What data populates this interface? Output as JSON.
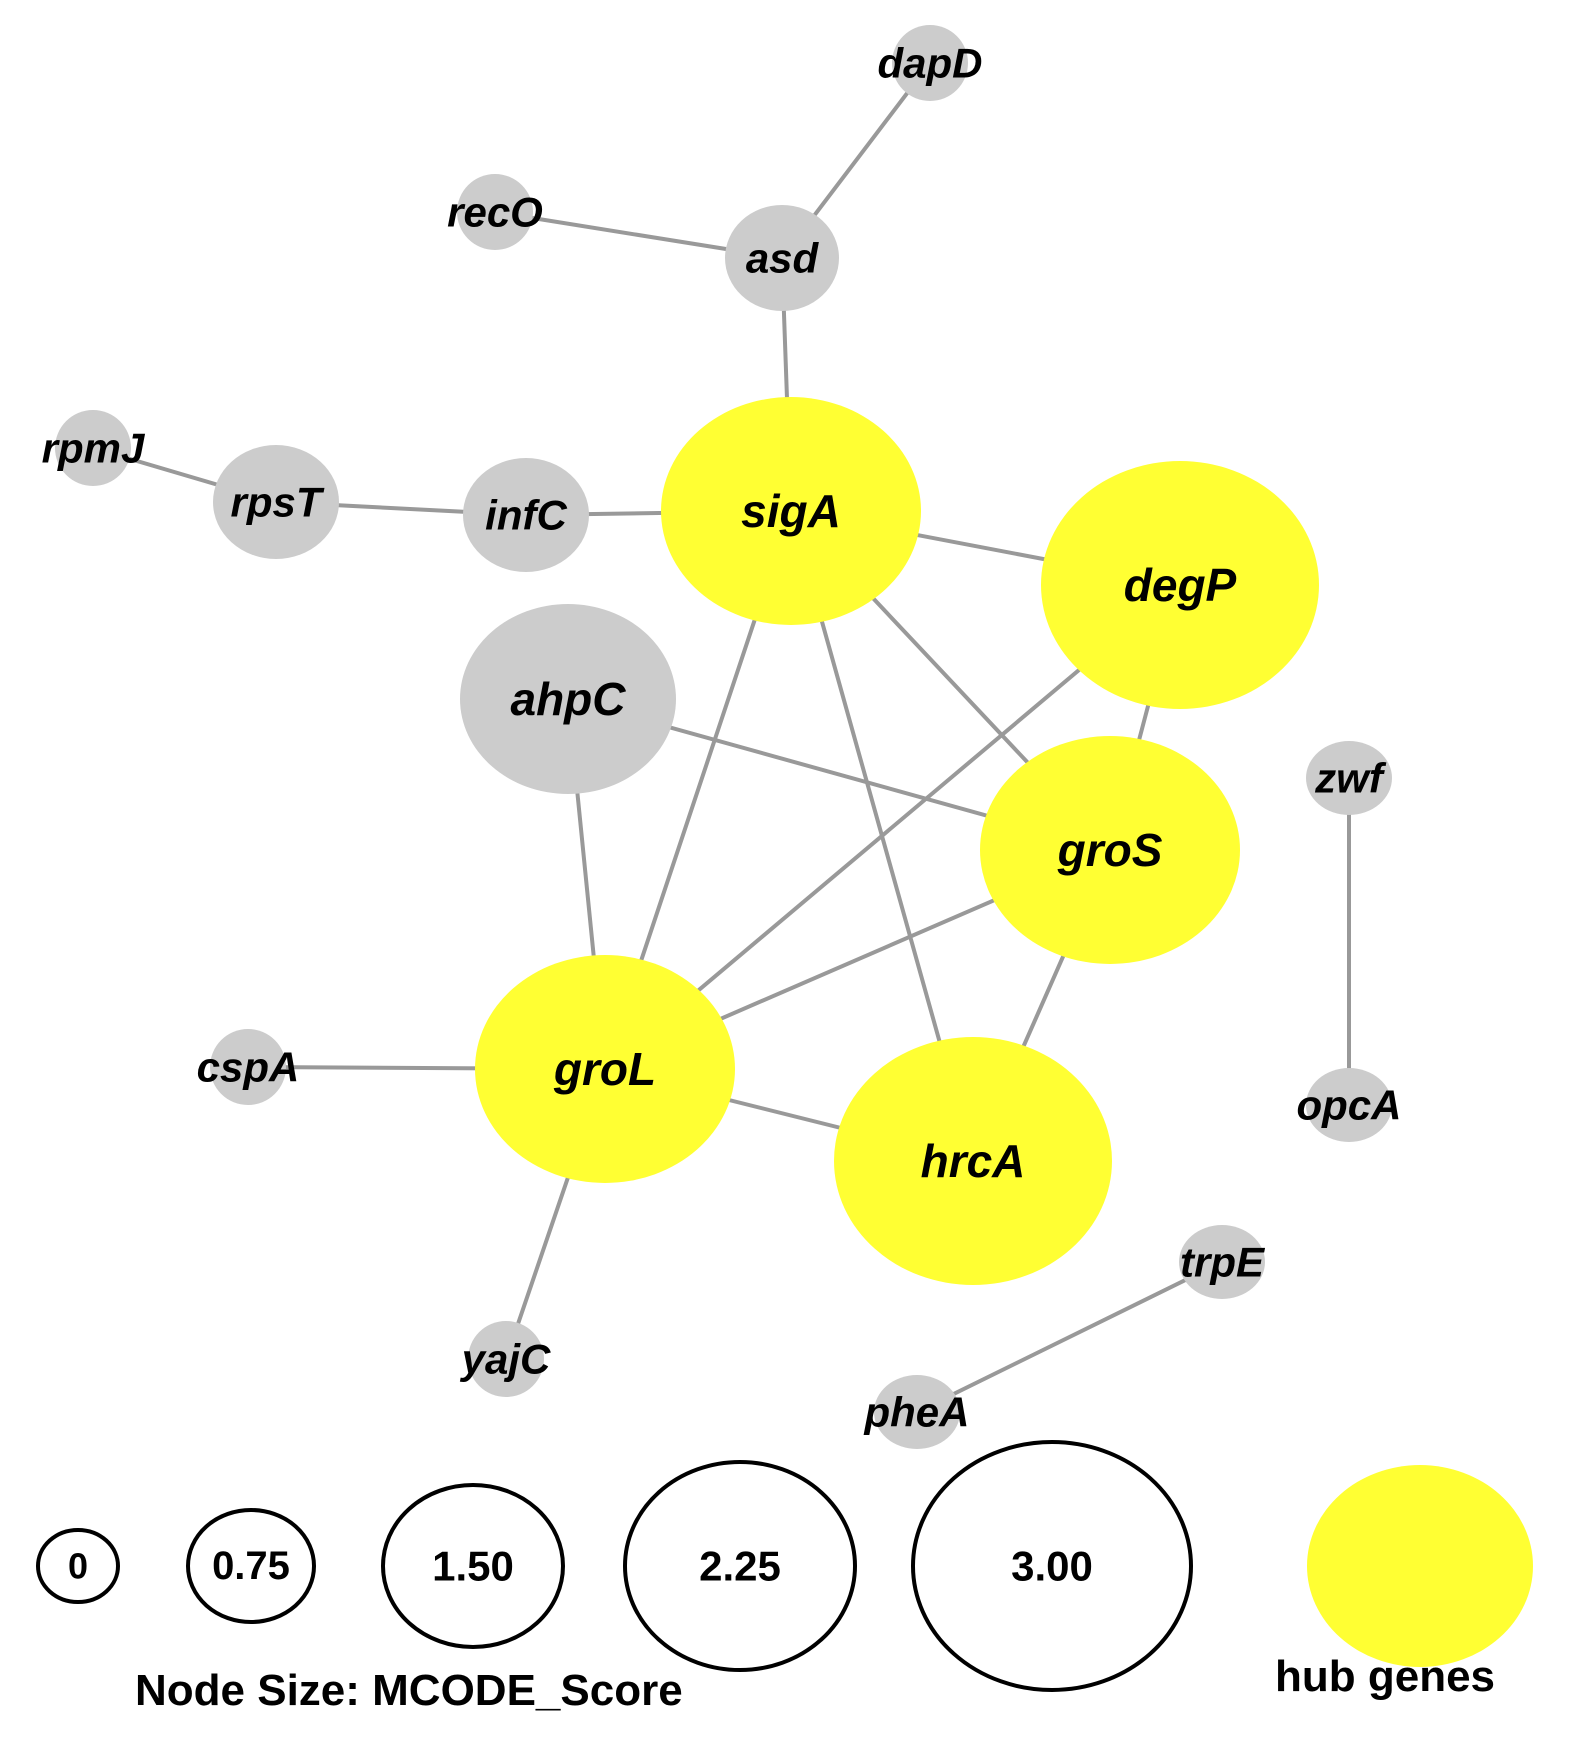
{
  "colors": {
    "hub": "#ffff33",
    "non_hub": "#cccccc",
    "edge": "#999999",
    "background": "#ffffff"
  },
  "network": {
    "nodes": [
      {
        "id": "dapD",
        "label": "dapD",
        "hub": false
      },
      {
        "id": "recO",
        "label": "recO",
        "hub": false
      },
      {
        "id": "asd",
        "label": "asd",
        "hub": false
      },
      {
        "id": "rpmJ",
        "label": "rpmJ",
        "hub": false
      },
      {
        "id": "rpsT",
        "label": "rpsT",
        "hub": false
      },
      {
        "id": "infC",
        "label": "infC",
        "hub": false
      },
      {
        "id": "sigA",
        "label": "sigA",
        "hub": true
      },
      {
        "id": "degP",
        "label": "degP",
        "hub": true
      },
      {
        "id": "ahpC",
        "label": "ahpC",
        "hub": false
      },
      {
        "id": "zwf",
        "label": "zwf",
        "hub": false
      },
      {
        "id": "groS",
        "label": "groS",
        "hub": true
      },
      {
        "id": "cspA",
        "label": "cspA",
        "hub": false
      },
      {
        "id": "groL",
        "label": "groL",
        "hub": true
      },
      {
        "id": "hrcA",
        "label": "hrcA",
        "hub": true
      },
      {
        "id": "opcA",
        "label": "opcA",
        "hub": false
      },
      {
        "id": "trpE",
        "label": "trpE",
        "hub": false
      },
      {
        "id": "yajC",
        "label": "yajC",
        "hub": false
      },
      {
        "id": "pheA",
        "label": "pheA",
        "hub": false
      }
    ],
    "edges": [
      [
        "dapD",
        "asd"
      ],
      [
        "recO",
        "asd"
      ],
      [
        "asd",
        "sigA"
      ],
      [
        "rpmJ",
        "rpsT"
      ],
      [
        "rpsT",
        "infC"
      ],
      [
        "infC",
        "sigA"
      ],
      [
        "sigA",
        "degP"
      ],
      [
        "sigA",
        "groS"
      ],
      [
        "sigA",
        "groL"
      ],
      [
        "sigA",
        "hrcA"
      ],
      [
        "degP",
        "groS"
      ],
      [
        "degP",
        "groL"
      ],
      [
        "ahpC",
        "groS"
      ],
      [
        "ahpC",
        "groL"
      ],
      [
        "groS",
        "groL"
      ],
      [
        "groS",
        "hrcA"
      ],
      [
        "groL",
        "hrcA"
      ],
      [
        "cspA",
        "groL"
      ],
      [
        "groL",
        "yajC"
      ],
      [
        "zwf",
        "opcA"
      ],
      [
        "trpE",
        "pheA"
      ]
    ]
  },
  "legend": {
    "size_title": "Node Size:  MCODE_Score",
    "size_steps": [
      {
        "label": "0",
        "value": 0
      },
      {
        "label": "0.75",
        "value": 0.75
      },
      {
        "label": "1.50",
        "value": 1.5
      },
      {
        "label": "2.25",
        "value": 2.25
      },
      {
        "label": "3.00",
        "value": 3.0
      }
    ],
    "hub_label": "hub genes"
  }
}
